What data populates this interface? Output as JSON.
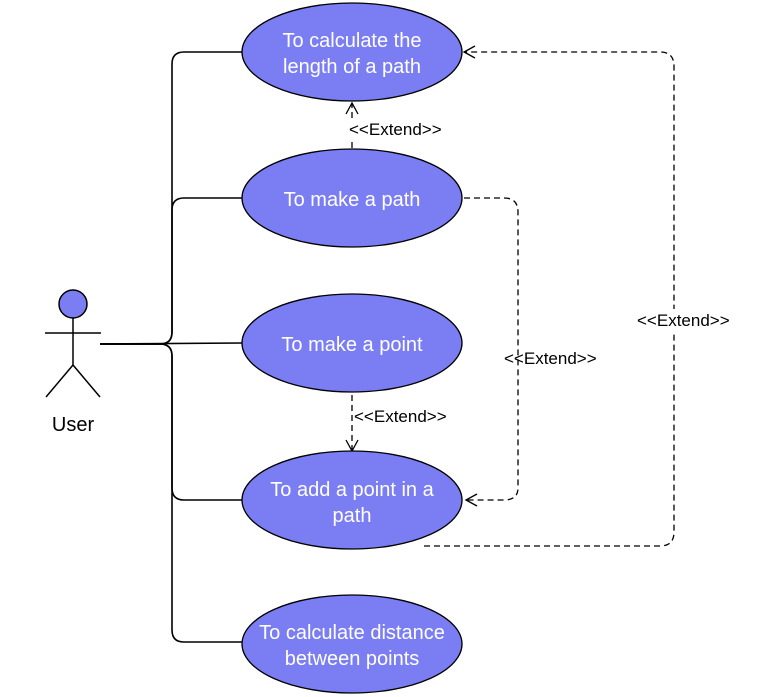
{
  "actor": {
    "name": "User"
  },
  "use_cases": {
    "calc_length": {
      "lines": [
        "To calculate the",
        "length of a path"
      ]
    },
    "make_path": {
      "lines": [
        "To make a path"
      ]
    },
    "make_point": {
      "lines": [
        "To make a point"
      ]
    },
    "add_point": {
      "lines": [
        "To add a point in a",
        "path"
      ]
    },
    "calc_distance": {
      "lines": [
        "To calculate distance",
        "between points"
      ]
    }
  },
  "relations": {
    "make_path_to_calc_length": "<<Extend>>",
    "make_point_to_add_point": "<<Extend>>",
    "make_path_to_add_point": "<<Extend>>",
    "add_point_to_calc_length": "<<Extend>>"
  },
  "colors": {
    "use_case_fill": "#7B7EF3",
    "stroke": "#000000",
    "text": "#ffffff"
  }
}
